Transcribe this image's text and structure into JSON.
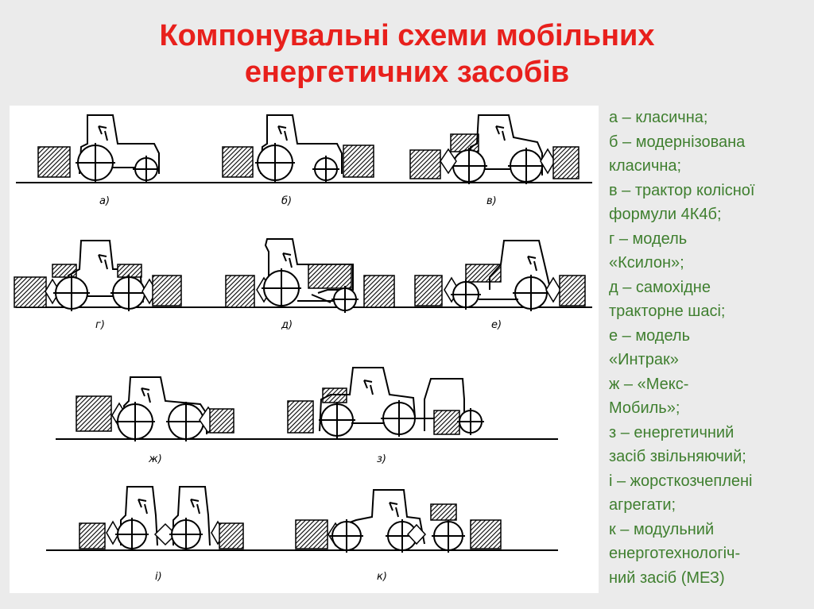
{
  "title": {
    "line1": "Компонувальні схеми мобільних",
    "line2": "енергетичних засобів"
  },
  "colors": {
    "title": "#e8201c",
    "legend_text": "#3f7f2f",
    "background": "#ebebeb",
    "figure_background": "#ffffff"
  },
  "figure": {
    "scheme_labels": [
      "а)",
      "б)",
      "в)",
      "г)",
      "д)",
      "е)",
      "ж)",
      "з)",
      "і)",
      "к)"
    ]
  },
  "legend": [
    "а – класична;",
    "б – модернізована\nкласична;",
    "в – трактор колісної\nформули 4К4б;",
    "г – модель\n«Ксилон»;",
    "д – самохідне\nтракторне шасі;",
    " е – модель\n«Интрак»",
    "ж – «Мекс-\nМобиль»;",
    "з – енергетичний\nзасіб звільняючий;",
    "і – жорсткозчеплені\nагрегати;",
    "к – модульний\nенерготехнологіч-\nний засіб (МЕЗ)"
  ]
}
